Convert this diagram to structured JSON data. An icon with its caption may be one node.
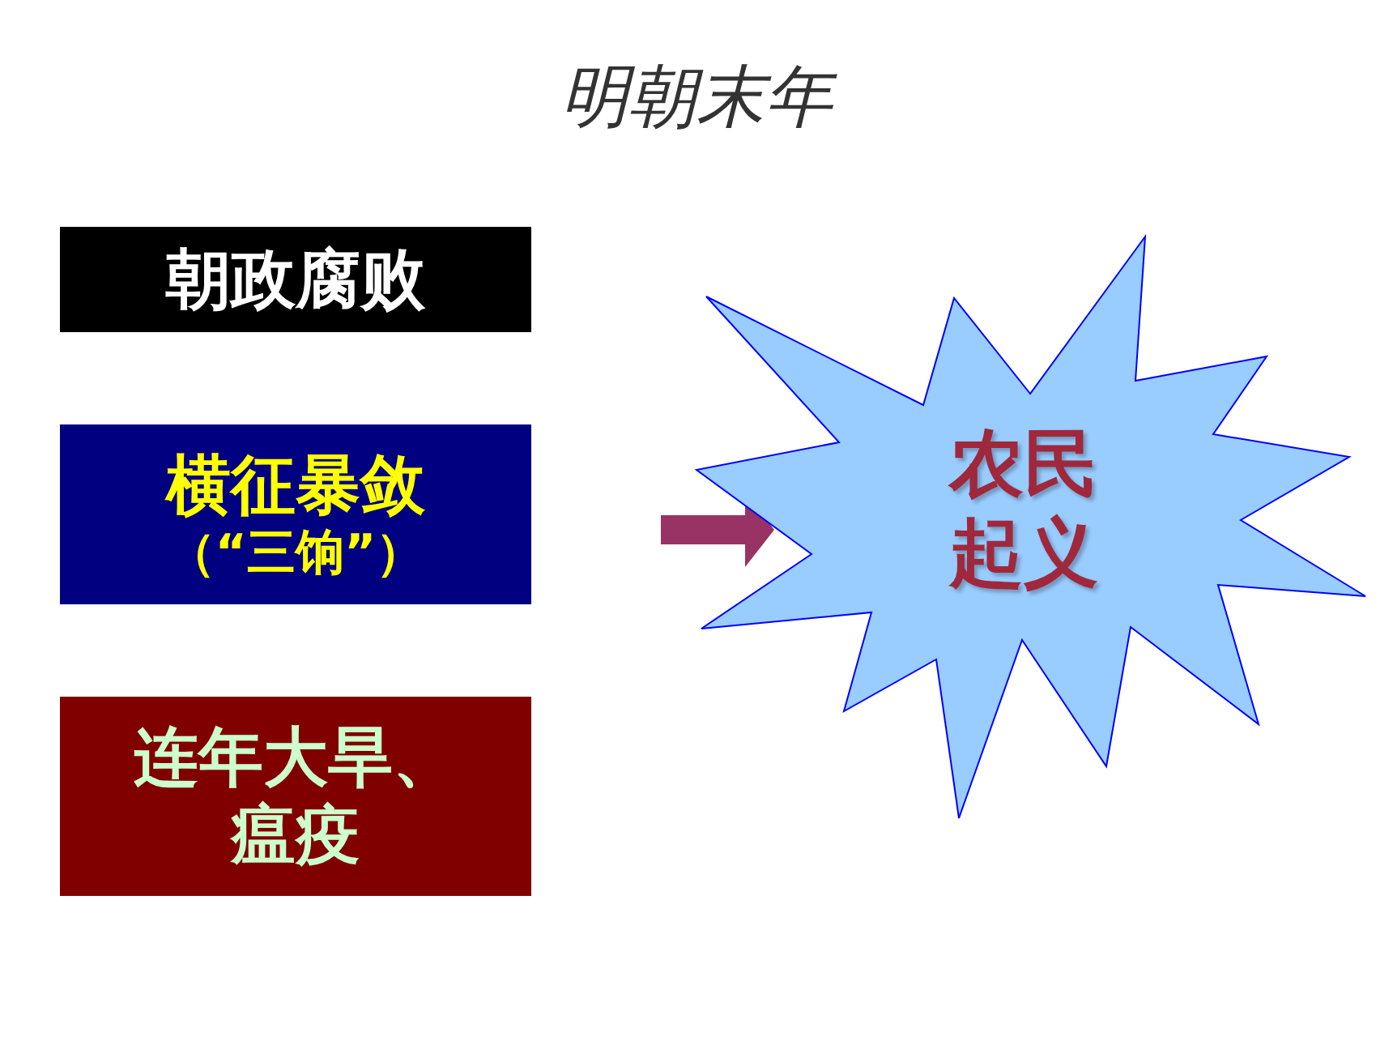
{
  "diagram": {
    "title": "明朝末年",
    "nodes": [
      {
        "text": [
          "朝政腐败"
        ]
      },
      {
        "text": [
          "横征暴敛",
          "（“三饷”）"
        ]
      },
      {
        "text": [
          "连年大旱、瘟疫"
        ]
      },
      {
        "text": [
          "农民起义"
        ]
      }
    ],
    "edges": [
      {
        "from": null,
        "to": 3,
        "arrow": "to"
      }
    ]
  }
}
